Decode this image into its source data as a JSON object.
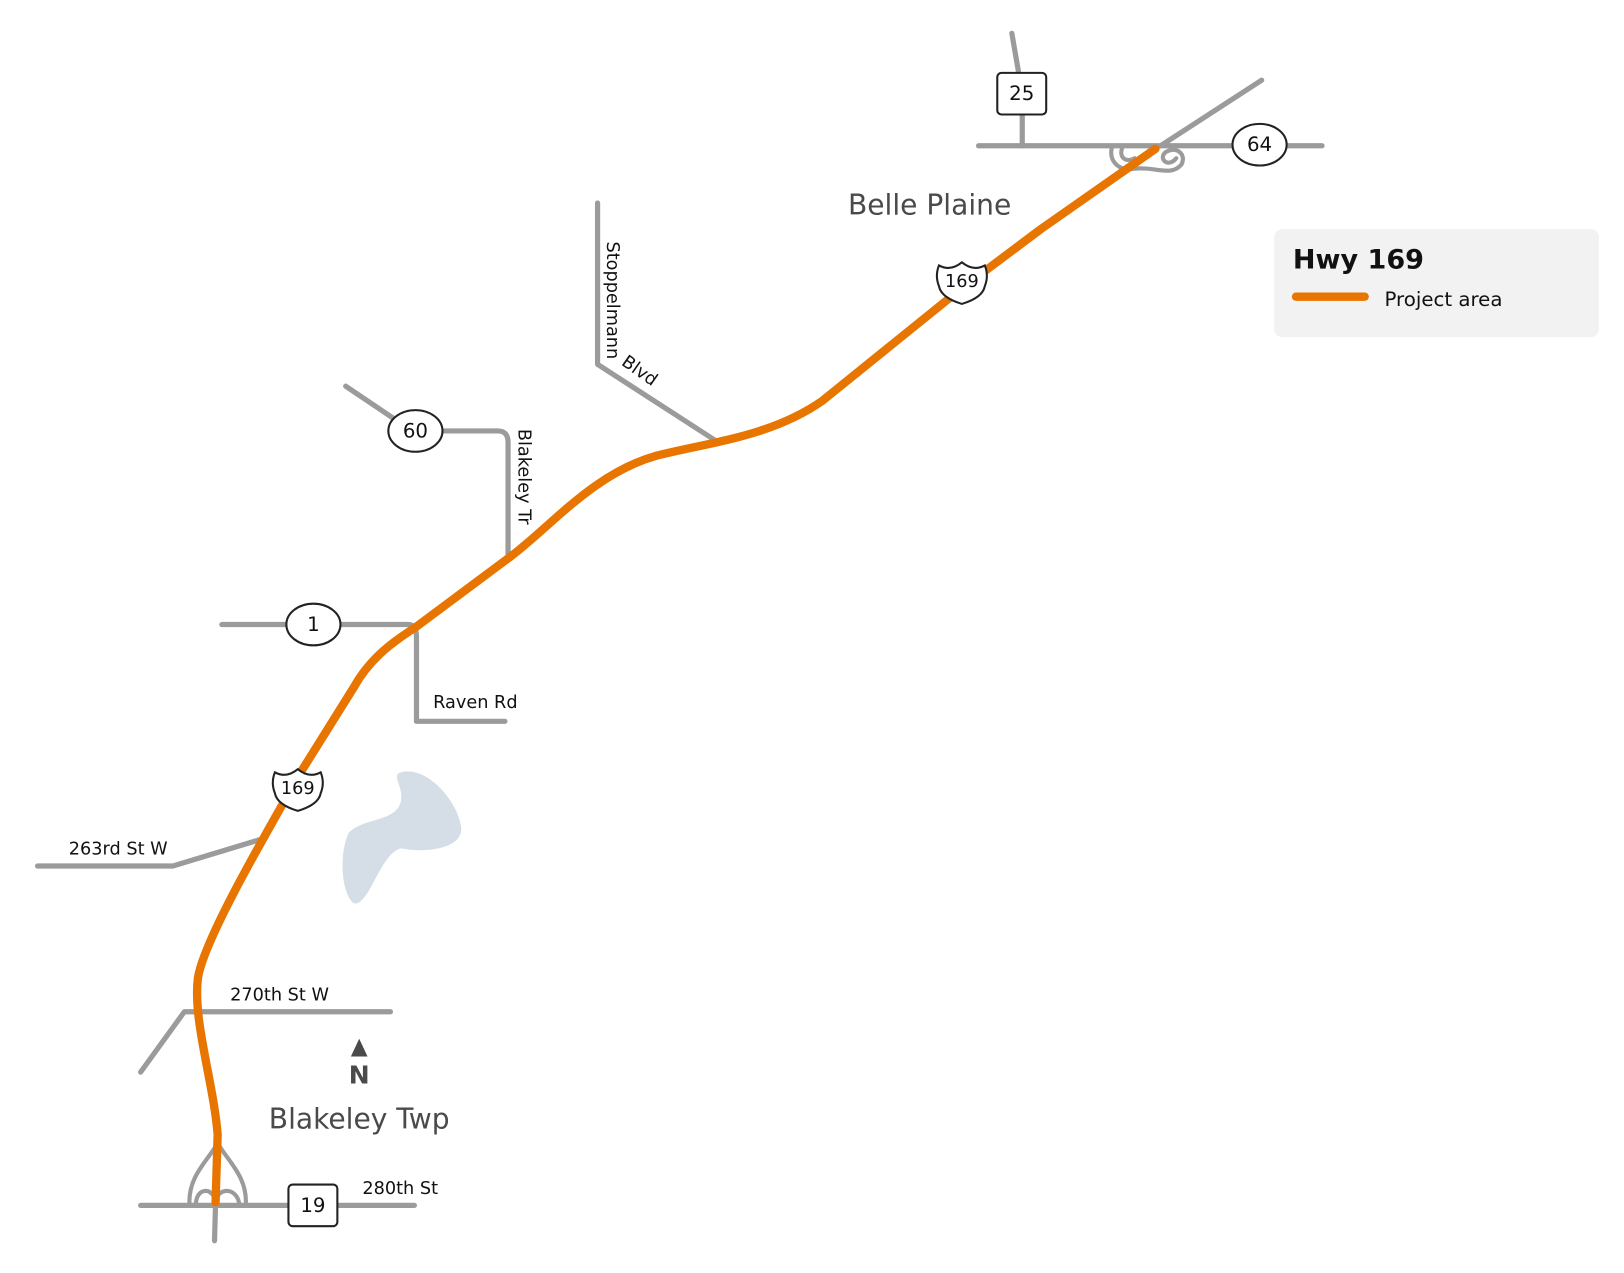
{
  "map": {
    "highway_shields": [
      {
        "label": "169"
      },
      {
        "label": "169"
      }
    ],
    "route_markers": {
      "r25": "25",
      "r64": "64",
      "r60": "60",
      "r1": "1",
      "r19": "19"
    },
    "road_labels": {
      "stoppelmann": "Stoppelmann",
      "blvd": "Blvd",
      "blakeley_tr": "Blakeley Tr",
      "raven_rd": "Raven Rd",
      "st263": "263rd St W",
      "st270": "270th St W",
      "st280": "280th St"
    },
    "places": {
      "belle_plaine": "Belle Plaine",
      "blakeley_twp": "Blakeley Twp"
    },
    "north_label": "N"
  },
  "legend": {
    "title": "Hwy 169",
    "items": [
      {
        "label": "Project area",
        "color": "#e87500"
      }
    ]
  },
  "colors": {
    "route": "#e87500",
    "road": "#9b9b9b",
    "water": "#d5dde6",
    "legend_bg": "#f2f2f2"
  }
}
